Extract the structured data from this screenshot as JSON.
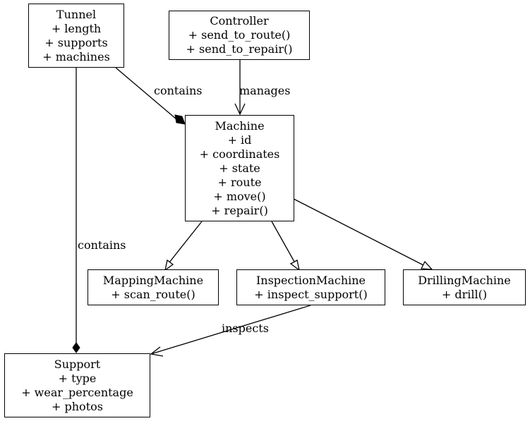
{
  "classes": {
    "tunnel": {
      "name": "Tunnel",
      "members": [
        "+ length",
        "+ supports",
        "+ machines"
      ]
    },
    "controller": {
      "name": "Controller",
      "members": [
        "+ send_to_route()",
        "+ send_to_repair()"
      ]
    },
    "machine": {
      "name": "Machine",
      "members": [
        "+ id",
        "+ coordinates",
        "+ state",
        "+ route",
        "+ move()",
        "+ repair()"
      ]
    },
    "mapping": {
      "name": "MappingMachine",
      "members": [
        "+ scan_route()"
      ]
    },
    "inspection": {
      "name": "InspectionMachine",
      "members": [
        "+ inspect_support()"
      ]
    },
    "drilling": {
      "name": "DrillingMachine",
      "members": [
        "+ drill()"
      ]
    },
    "support": {
      "name": "Support",
      "members": [
        "+ type",
        "+ wear_percentage",
        "+ photos"
      ]
    }
  },
  "edges": {
    "tunnel_machine": "contains",
    "controller_machine": "manages",
    "tunnel_support": "contains",
    "inspection_support": "inspects"
  }
}
